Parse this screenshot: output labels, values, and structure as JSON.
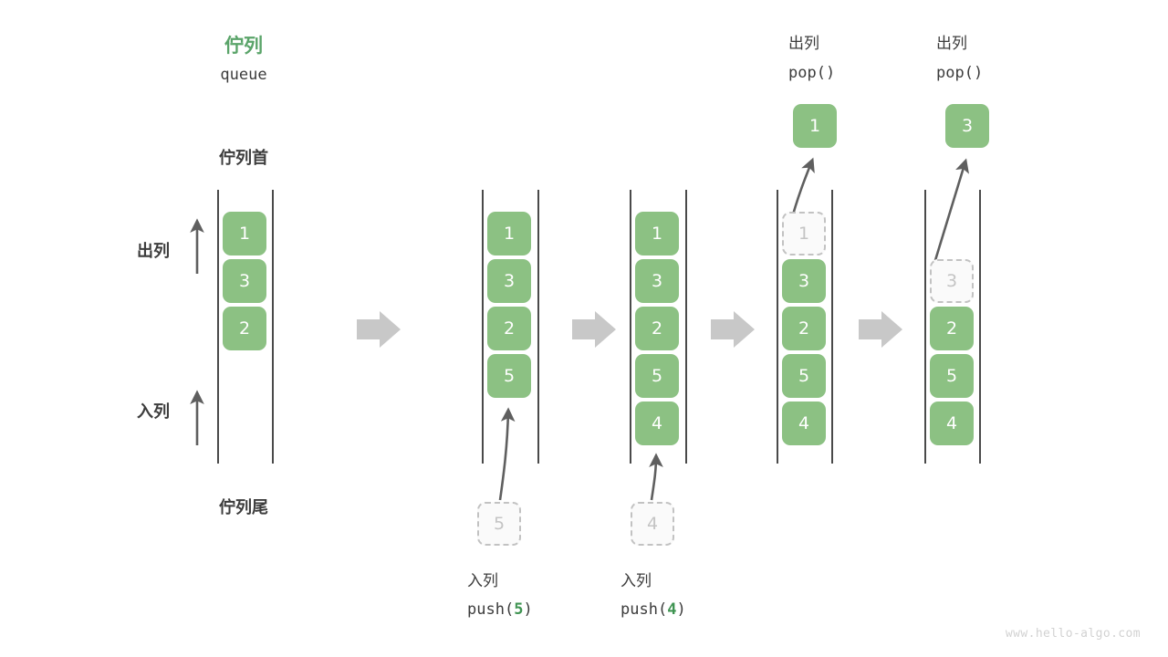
{
  "title": {
    "cn": "佇列",
    "en": "queue"
  },
  "side_labels": {
    "head": "佇列首",
    "tail": "佇列尾",
    "dequeue": "出列",
    "enqueue": "入列"
  },
  "watermark": "www.hello-algo.com",
  "colors": {
    "element_green": "#8cc183",
    "accent_green": "#3f9452",
    "title_green": "#5aa469",
    "rail_gray": "#4a4a4a",
    "arrow_gray": "#5f5f5f",
    "block_arrow_gray": "#c8c8c8",
    "ghost_border": "#c2c2c2",
    "ghost_text": "#c4c4c4",
    "ghost_fill": "#fafafa",
    "text": "#3c3c3c",
    "watermark": "#d2d2d2"
  },
  "columns": [
    {
      "id": "initial",
      "header_cn": "",
      "header_code": "",
      "slots": [
        {
          "value": "1",
          "state": "filled"
        },
        {
          "value": "3",
          "state": "filled"
        },
        {
          "value": "2",
          "state": "filled"
        },
        {
          "value": "",
          "state": "empty"
        },
        {
          "value": "",
          "state": "empty"
        }
      ],
      "footer_cn": "",
      "footer_code": "",
      "footer_code_arg": "",
      "ghost_input": null,
      "popped_value": null
    },
    {
      "id": "push-5",
      "header_cn": "",
      "header_code": "",
      "slots": [
        {
          "value": "1",
          "state": "filled"
        },
        {
          "value": "3",
          "state": "filled"
        },
        {
          "value": "2",
          "state": "filled"
        },
        {
          "value": "5",
          "state": "filled"
        },
        {
          "value": "",
          "state": "empty"
        }
      ],
      "footer_cn": "入列",
      "footer_code_prefix": "push(",
      "footer_code_arg": "5",
      "footer_code_suffix": ")",
      "ghost_input": "5",
      "popped_value": null
    },
    {
      "id": "push-4",
      "header_cn": "",
      "header_code": "",
      "slots": [
        {
          "value": "1",
          "state": "filled"
        },
        {
          "value": "3",
          "state": "filled"
        },
        {
          "value": "2",
          "state": "filled"
        },
        {
          "value": "5",
          "state": "filled"
        },
        {
          "value": "4",
          "state": "filled"
        }
      ],
      "footer_cn": "入列",
      "footer_code_prefix": "push(",
      "footer_code_arg": "4",
      "footer_code_suffix": ")",
      "ghost_input": "4",
      "popped_value": null
    },
    {
      "id": "pop-1",
      "header_cn": "出列",
      "header_code": "pop()",
      "slots": [
        {
          "value": "1",
          "state": "ghost"
        },
        {
          "value": "3",
          "state": "filled"
        },
        {
          "value": "2",
          "state": "filled"
        },
        {
          "value": "5",
          "state": "filled"
        },
        {
          "value": "4",
          "state": "filled"
        }
      ],
      "footer_cn": "",
      "footer_code": "",
      "ghost_input": null,
      "popped_value": "1"
    },
    {
      "id": "pop-3",
      "header_cn": "出列",
      "header_code": "pop()",
      "slots": [
        {
          "value": "",
          "state": "empty"
        },
        {
          "value": "3",
          "state": "ghost"
        },
        {
          "value": "2",
          "state": "filled"
        },
        {
          "value": "5",
          "state": "filled"
        },
        {
          "value": "4",
          "state": "filled"
        }
      ],
      "footer_cn": "",
      "footer_code": "",
      "ghost_input": null,
      "popped_value": "3"
    }
  ],
  "flow_arrows": 4
}
